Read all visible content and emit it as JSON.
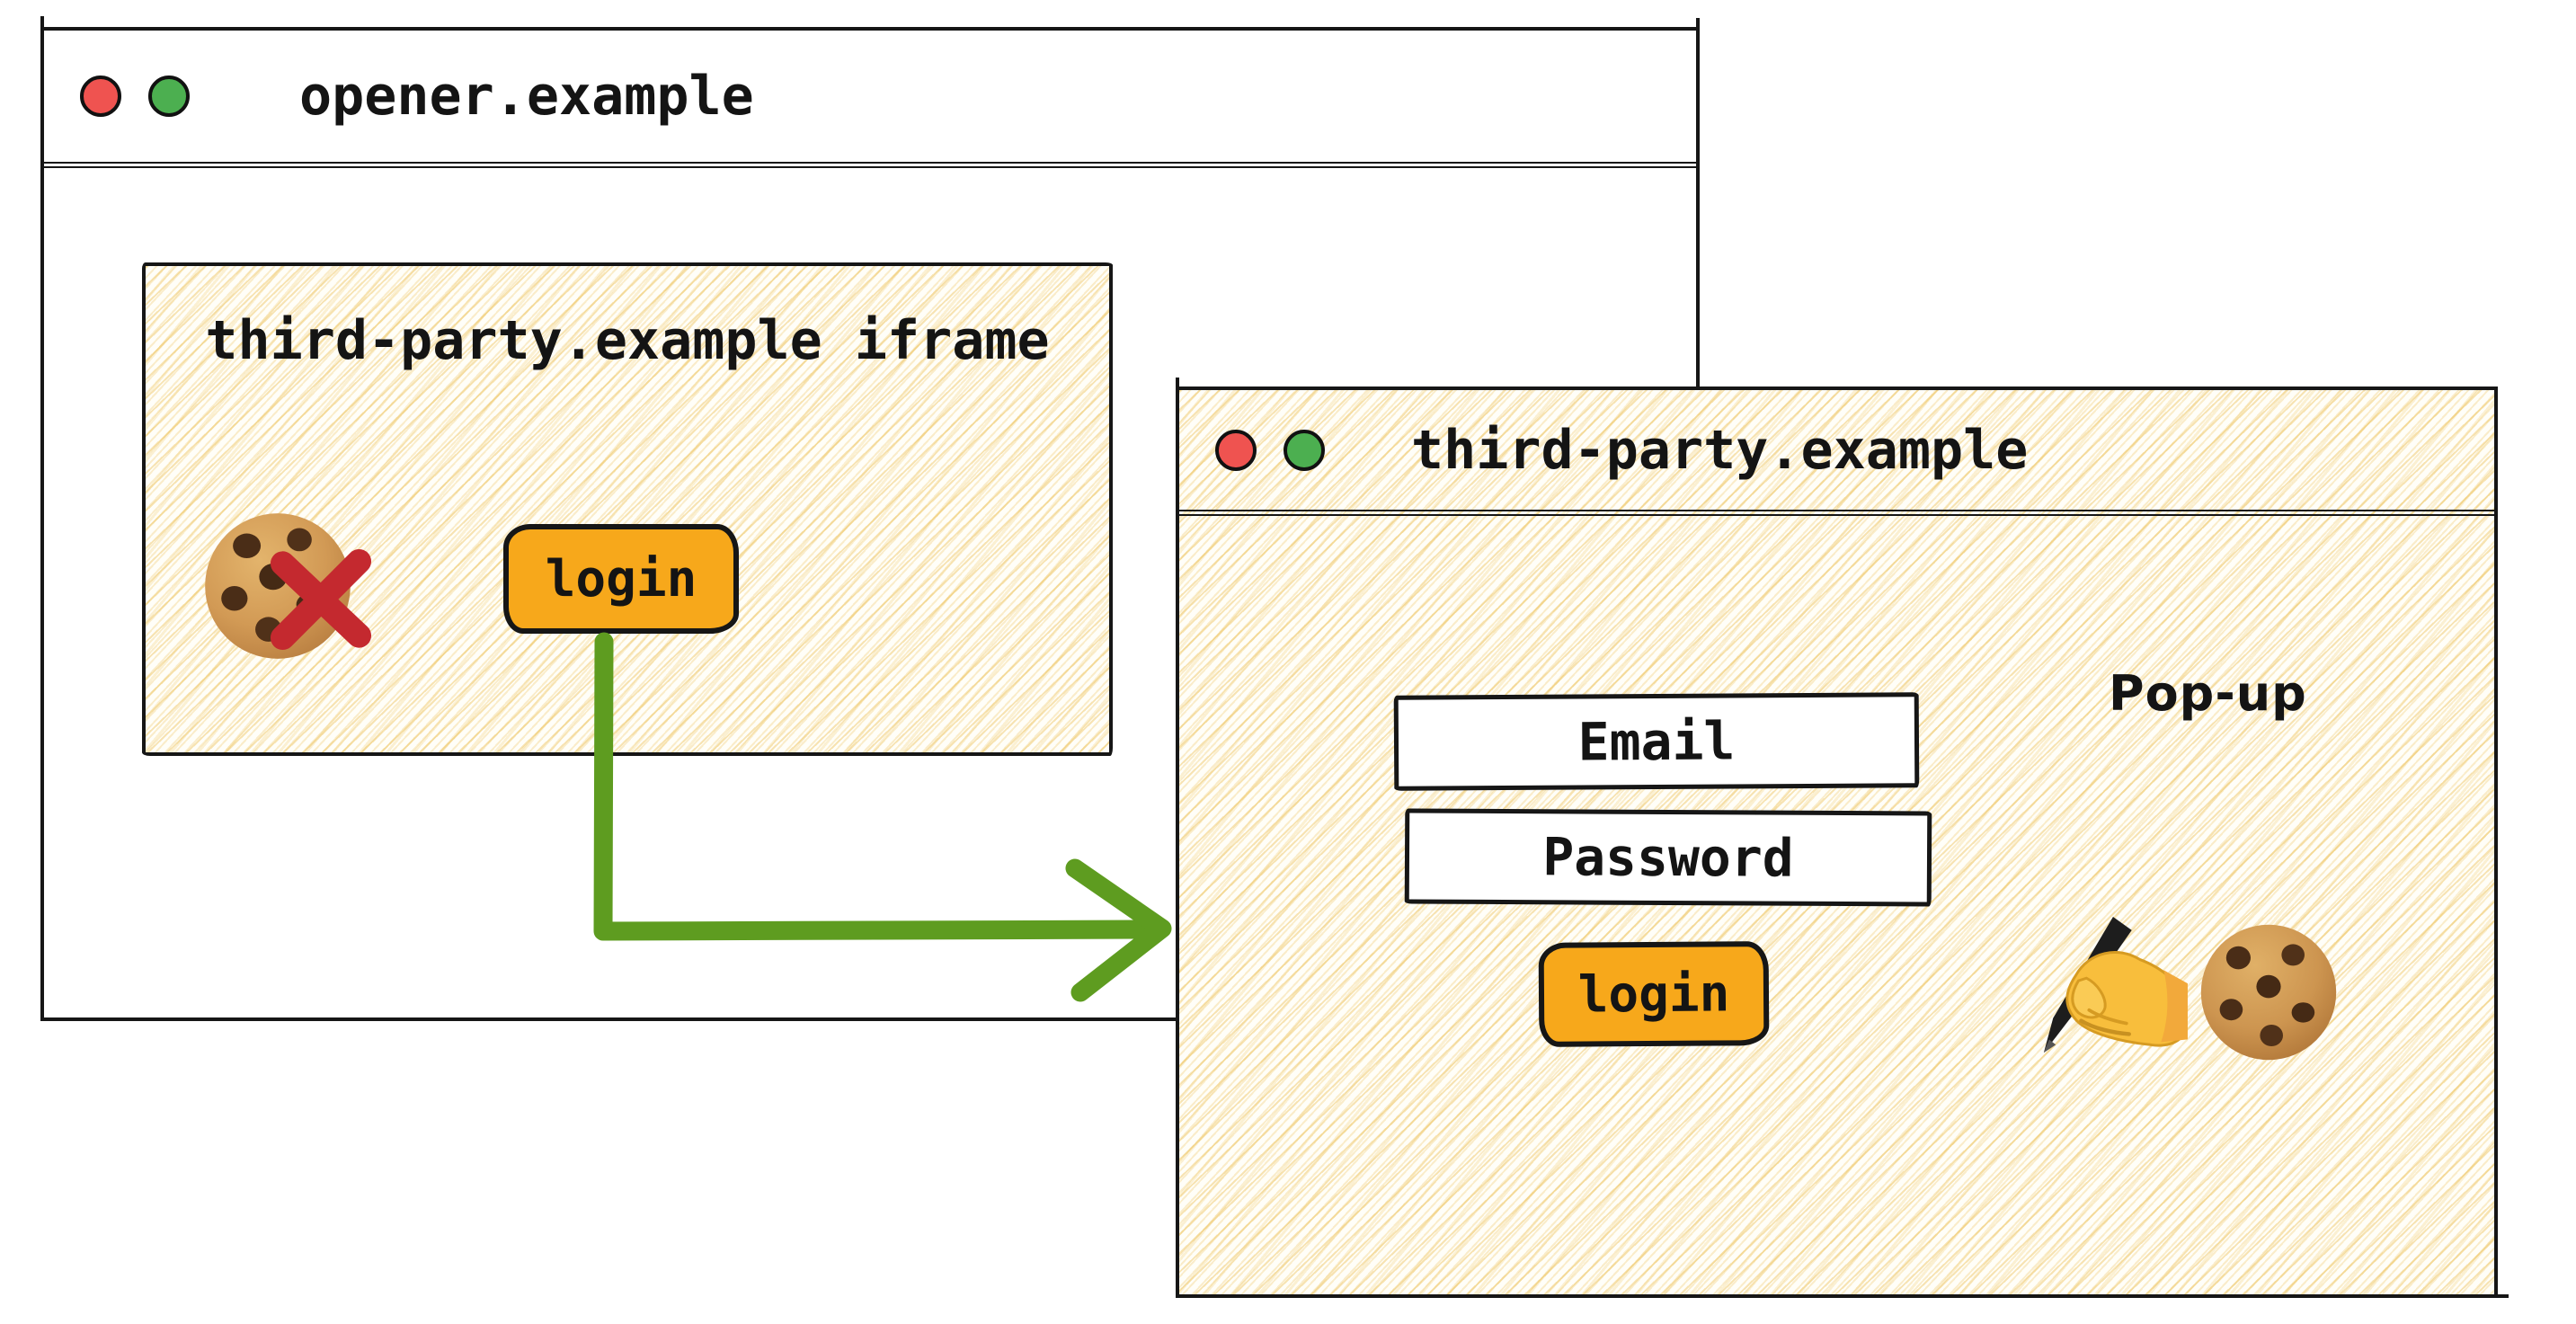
{
  "opener_window": {
    "title": "opener.example"
  },
  "iframe": {
    "label": "third-party.example iframe",
    "login_button": "login"
  },
  "popup_window": {
    "title": "third-party.example",
    "email_field": "Email",
    "password_field": "Password",
    "login_button": "login",
    "annotation": "Pop-up"
  },
  "icons": {
    "cookie": "cookie-icon",
    "blocked_cross": "cross-mark-icon",
    "writing_hand": "writing-hand-icon",
    "close": "close-button",
    "minimize": "minimize-button",
    "arrow": "opens-popup-arrow"
  },
  "colors": {
    "accent_orange": "#F7A81B",
    "arrow_green": "#5E9C20",
    "cross_red": "#C4292F",
    "traffic_red": "#EF5350",
    "traffic_green": "#4CAF50",
    "ink": "#161616",
    "hatch_gold": "#F3D482"
  }
}
